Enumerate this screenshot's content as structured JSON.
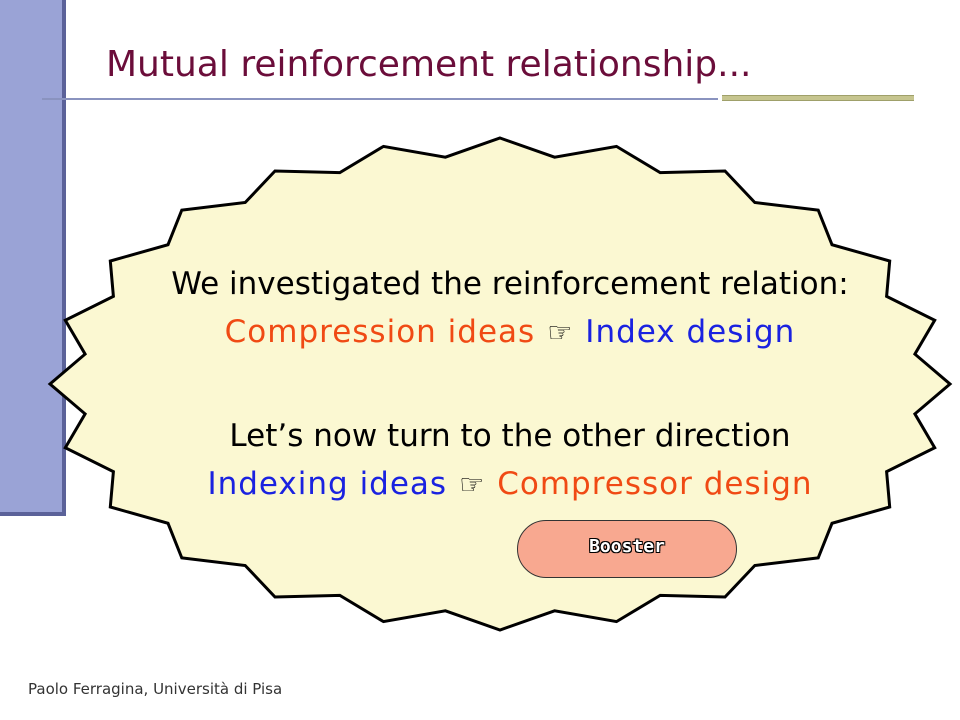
{
  "title": "Mutual reinforcement relationship...",
  "burst": {
    "line1": "We investigated the reinforcement relation:",
    "line2_left": "Compression ideas",
    "line2_arrow": "☞",
    "line2_right": "Index design",
    "line3": "Let’s now turn to the other direction",
    "line4_left": "Indexing ideas",
    "line4_arrow": "☞",
    "line4_right": "Compressor design"
  },
  "button": {
    "label": "Booster"
  },
  "footer": "Paolo Ferragina, Università di Pisa",
  "colors": {
    "title": "#6b0d3a",
    "accent_red": "#f04a14",
    "accent_blue": "#1a22e0",
    "burst_fill": "#fbf8d2",
    "button_fill": "#f8a890",
    "sidebar": "#9aa3d6"
  }
}
